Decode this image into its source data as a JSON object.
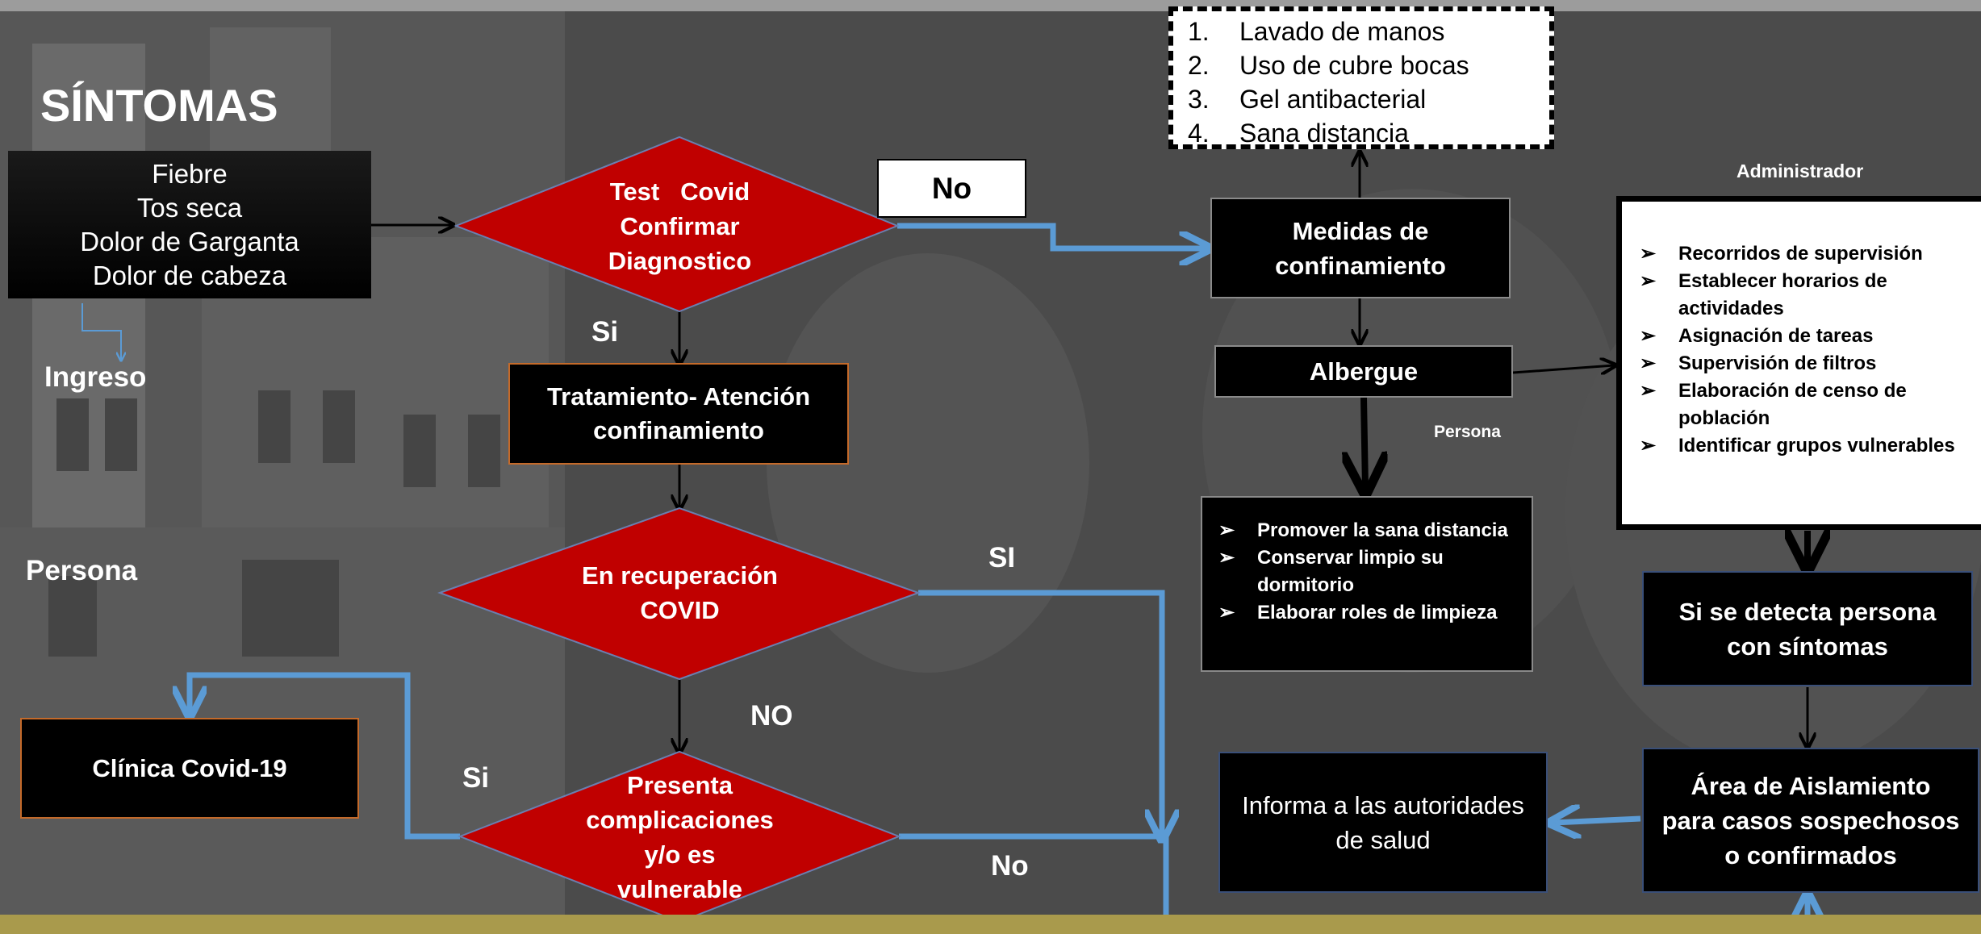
{
  "title": "SÍNTOMAS",
  "sintomas": [
    "Fiebre",
    "Tos seca",
    "Dolor de Garganta",
    "Dolor de cabeza"
  ],
  "ingreso_label": "Ingreso",
  "persona_label_left": "Persona",
  "persona_label_mid": "Persona",
  "administrador_label": "Administrador",
  "decisions": {
    "test": [
      "Test   Covid",
      "Confirmar",
      "Diagnostico"
    ],
    "recuperacion": [
      "En recuperación",
      "COVID"
    ],
    "complicaciones": [
      "Presenta",
      "complicaciones",
      "y/o es",
      "vulnerable"
    ]
  },
  "edge_labels": {
    "no_box": "No",
    "si_test": "Si",
    "si_recuperacion": "SI",
    "no_recuperacion": "NO",
    "si_complicaciones": "Si",
    "no_complicaciones": "No"
  },
  "boxes": {
    "tratamiento": [
      "Tratamiento- Atención",
      "confinamiento"
    ],
    "clinica": "Clínica Covid-19",
    "medidas": [
      "Medidas de",
      "confinamiento"
    ],
    "albergue": "Albergue",
    "detecta": [
      "Si se detecta persona",
      "con síntomas"
    ],
    "aislamiento": [
      "Área de Aislamiento",
      "para casos sospechosos",
      "o confirmados"
    ],
    "informa": [
      "Informa a las autoridades",
      "de salud"
    ]
  },
  "medidas_lista": [
    {
      "n": "1.",
      "text": "Lavado de manos"
    },
    {
      "n": "2.",
      "text": "Uso de cubre bocas"
    },
    {
      "n": "3.",
      "text": "Gel antibacterial"
    },
    {
      "n": "4.",
      "text": "Sana distancia"
    }
  ],
  "persona_lista": [
    "Promover la sana distancia",
    "Conservar limpio su dormitorio",
    "Elaborar roles de limpieza"
  ],
  "admin_lista": [
    "Recorridos de supervisión",
    "Establecer horarios de actividades",
    "Asignación de tareas",
    "Supervisión de filtros",
    "Elaboración de censo de población",
    "Identificar grupos vulnerables"
  ],
  "colors": {
    "diamond": "#c00000",
    "connector_blue": "#5b9bd5",
    "bottom_bar": "#a99a4c"
  }
}
